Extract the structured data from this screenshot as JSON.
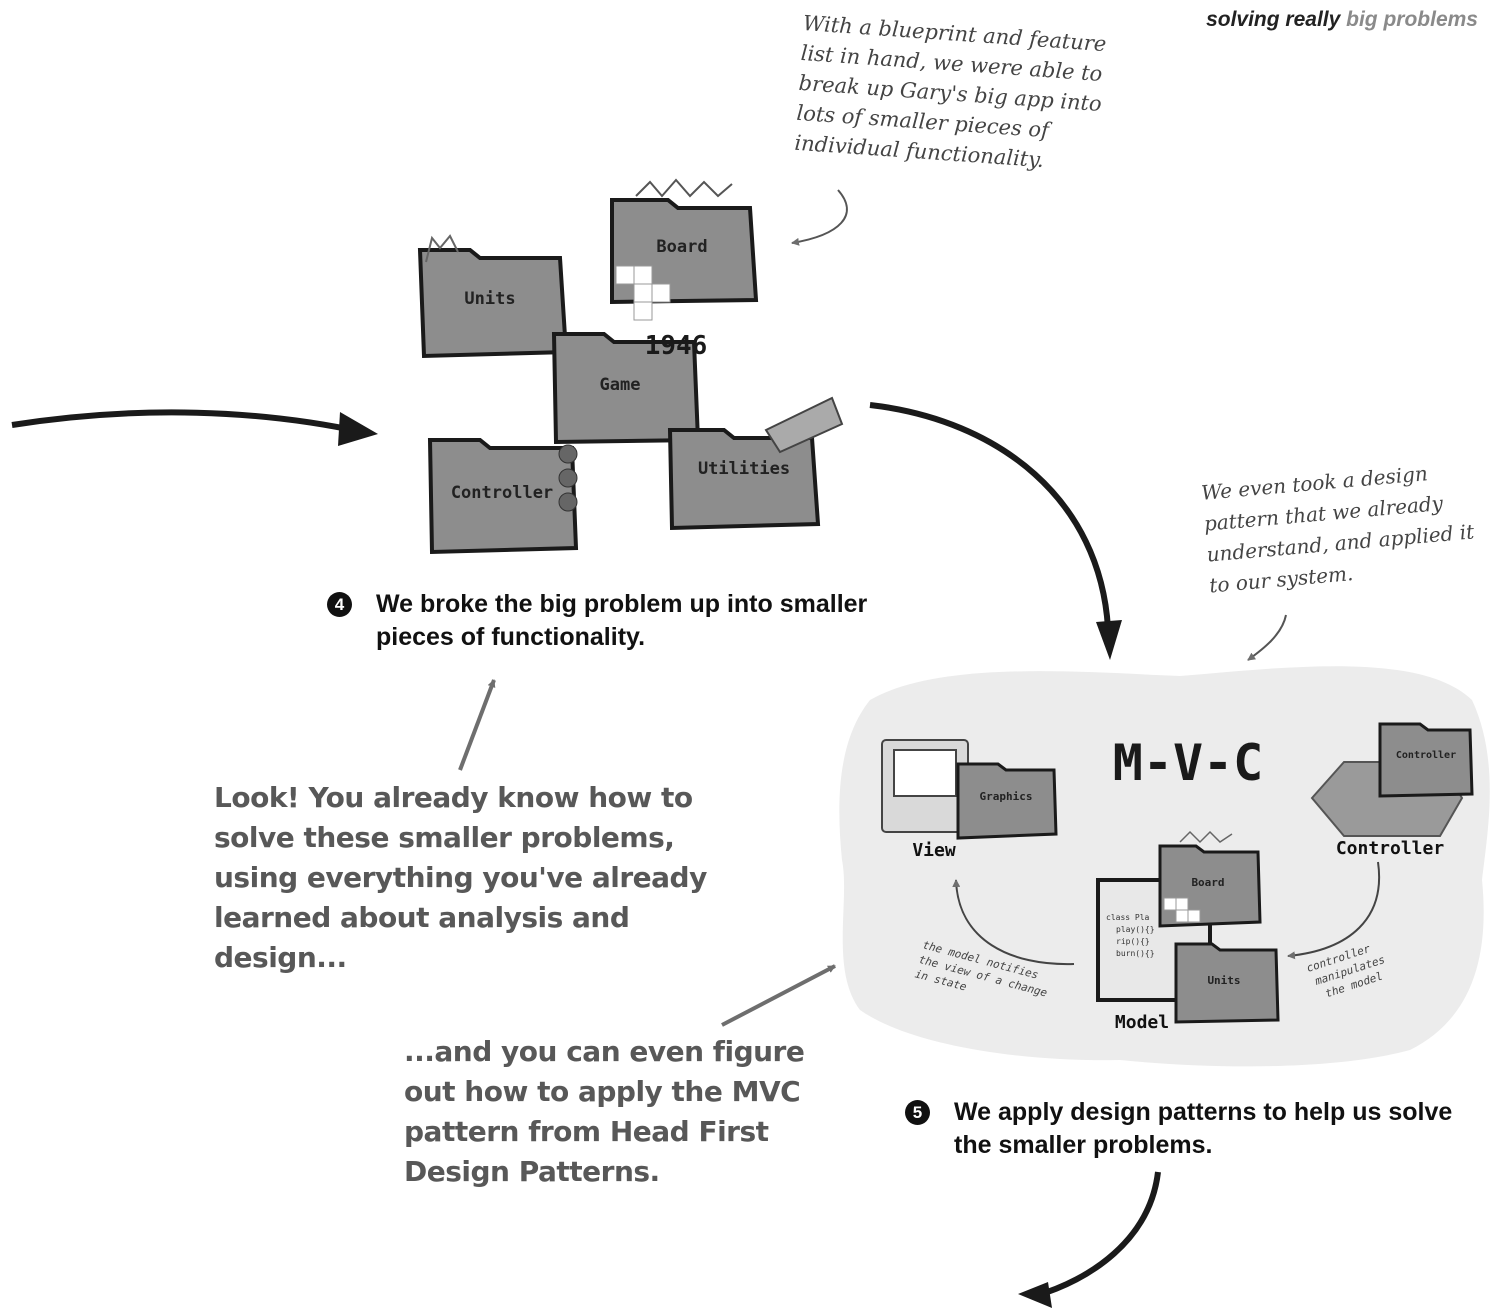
{
  "header": {
    "prefix": "solving really",
    "suffix": "big problems"
  },
  "annotations": {
    "blueprint_note": "With a blueprint and feature list in hand, we were able to break up Gary's big app into lots of smaller pieces of individual functionality.",
    "pattern_note": "We even took a design pattern that we already understand, and applied it to our system.",
    "already_know": "Look! You already know how to solve these smaller problems, using everything you've already learned about analysis and design...",
    "figure_out_mvc": "...and you can even figure out how to apply the MVC pattern from Head First Design Patterns."
  },
  "steps": [
    {
      "number": "4",
      "text": "We broke the big problem up into smaller pieces of functionality."
    },
    {
      "number": "5",
      "text": "We apply design patterns to help us solve the smaller problems."
    }
  ],
  "modules_diagram": {
    "app_label": "1946",
    "folders": [
      "Board",
      "Units",
      "Game",
      "Controller",
      "Utilities"
    ]
  },
  "mvc_diagram": {
    "title": "M-V-C",
    "view_label": "View",
    "controller_label": "Controller",
    "model_label": "Model",
    "graphics_folder": "Graphics",
    "controller_folder": "Controller",
    "board_folder": "Board",
    "units_folder": "Units",
    "code_lines": [
      "class Pla",
      "play(){}",
      "rip(){}",
      "burn(){}"
    ],
    "notify_note": [
      "the model notifies",
      "the view of a change",
      "in state"
    ],
    "manipulate_note": [
      "controller",
      "manipulates",
      "the model"
    ]
  },
  "colors": {
    "folder_fill": "#8d8d8d",
    "folder_outline": "#1a1a1a",
    "cloud_fill": "#ececec",
    "arrow_dark": "#1a1a1a",
    "arrow_gray": "#6e6e6e"
  }
}
